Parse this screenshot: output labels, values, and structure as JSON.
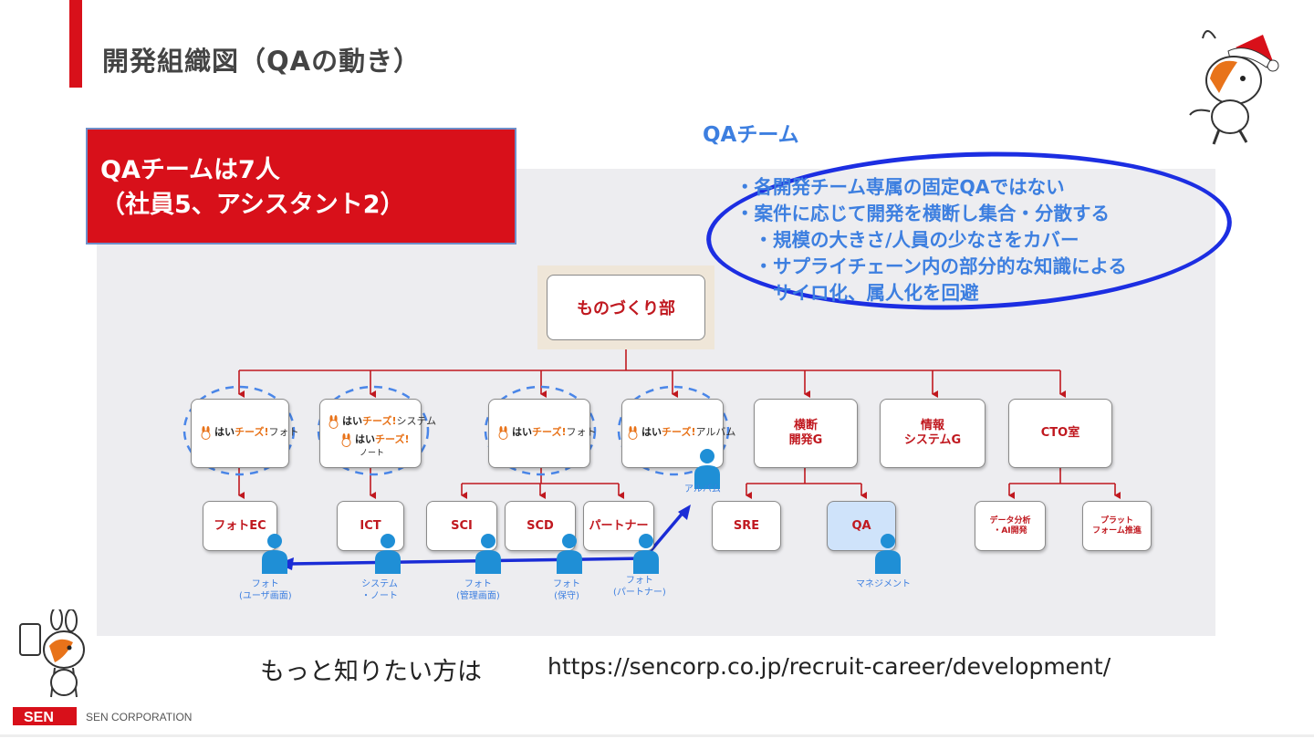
{
  "slide": {
    "title": "開発組織図（QAの動き）"
  },
  "banner": {
    "line1": "QAチームは7人",
    "line2": "（社員5、アシスタント2）"
  },
  "qa_team": {
    "label": "QAチーム",
    "points": [
      "・各開発チーム専属の固定QAではない",
      "・案件に応じて開発を横断し集合・分散する",
      "　・規模の大きさ/人員の少なさをカバー",
      "　・サプライチェーン内の部分的な知識による",
      "　　サイロ化、属人化を回避"
    ]
  },
  "org": {
    "root": "ものづくり部",
    "brand": {
      "hai": "はい",
      "cheese": "チーズ!",
      "photo": "フォト",
      "system": "システム",
      "note": "ノート",
      "album": "アルバム"
    },
    "tier1": {
      "yokodan": "横断\n開発G",
      "joho": "情報\nシステムG",
      "cto": "CTO室"
    },
    "tier2": {
      "photo_ec": "フォトEC",
      "ict": "ICT",
      "sci": "SCI",
      "scd": "SCD",
      "partner": "パートナー",
      "sre": "SRE",
      "qa": "QA",
      "data": "データ分析\n・AI開発",
      "platform": "プラット\nフォーム推進"
    },
    "people": {
      "album": "アルバム",
      "photo_user": "フォト\n(ユーザ画面)",
      "system_note": "システム\n・ノート",
      "photo_admin": "フォト\n(管理画面)",
      "photo_maint": "フォト\n(保守)",
      "photo_partner": "フォト\n(パートナー)",
      "management": "マネジメント"
    }
  },
  "more": {
    "text": "もっと知りたい方は",
    "url": "https://sencorp.co.jp/recruit-career/development/"
  },
  "footer": {
    "logo": "SEN",
    "company": "SEN CORPORATION"
  },
  "colors": {
    "accent_red": "#d8101a",
    "qa_blue": "#3d7fe0",
    "oval_blue": "#1c2ee2",
    "arrow_blue": "#1a2cd6",
    "org_bg": "#ededf0"
  }
}
